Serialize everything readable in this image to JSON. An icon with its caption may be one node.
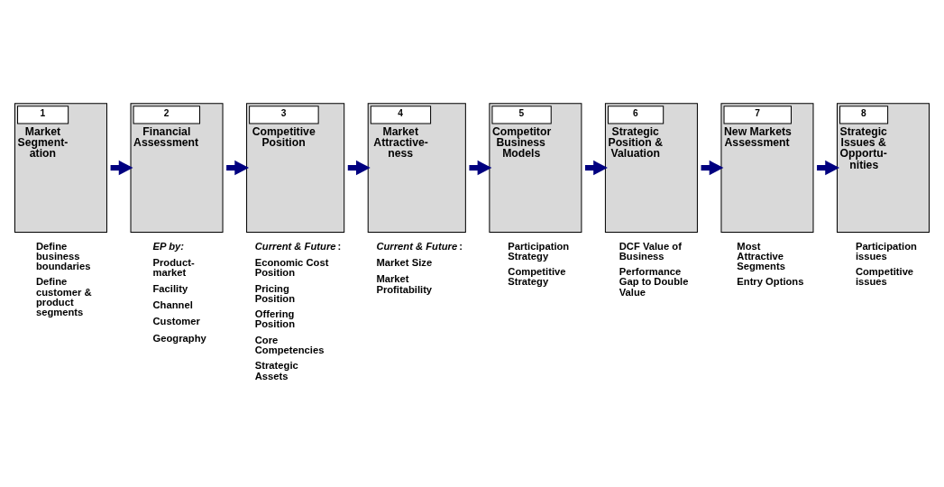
{
  "diagram": {
    "nodes": [
      {
        "text": [
          "1",
          "Market Segment- ation"
        ],
        "beside": [
          "Define business boundaries",
          "Define customer & product segments"
        ]
      },
      {
        "text": [
          "2",
          "Financial Assessment"
        ],
        "beside": [
          "*EP by:*",
          "Product- market",
          "Facility",
          "Channel",
          "Customer",
          "Geography"
        ]
      },
      {
        "text": [
          "3",
          "Competitive Position"
        ],
        "beside": [
          "*Current & Future*:",
          "Economic Cost Position",
          "Pricing Position",
          "Offering Position",
          "Core Competencies",
          "Strategic Assets"
        ]
      },
      {
        "text": [
          "4",
          "Market Attractive- ness"
        ],
        "beside": [
          "*Current & Future*:",
          "Market Size",
          "Market Profitability"
        ]
      },
      {
        "text": [
          "5",
          "Competitor Business Models"
        ],
        "beside": [
          "Participation Strategy",
          "Competitive Strategy"
        ]
      },
      {
        "text": [
          "6",
          "Strategic Position & Valuation"
        ],
        "beside": [
          "DCF Value of Business",
          "Performance Gap to Double Value"
        ]
      },
      {
        "text": [
          "7",
          "New Markets Assessment"
        ],
        "beside": [
          "Most Attractive Segments",
          "Entry Options"
        ]
      },
      {
        "text": [
          "8",
          "Strategic Issues & Opportu- nities"
        ],
        "beside": [
          "Participation issues",
          "Competitive issues"
        ]
      }
    ],
    "edges": [
      {
        "from": 0,
        "to": 1,
        "arrow": "to"
      },
      {
        "from": 1,
        "to": 2,
        "arrow": "to"
      },
      {
        "from": 2,
        "to": 3,
        "arrow": "to"
      },
      {
        "from": 3,
        "to": 4,
        "arrow": "to"
      },
      {
        "from": 4,
        "to": 5,
        "arrow": "to"
      },
      {
        "from": 5,
        "to": 6,
        "arrow": "to"
      },
      {
        "from": 6,
        "to": 7,
        "arrow": "to"
      }
    ]
  }
}
